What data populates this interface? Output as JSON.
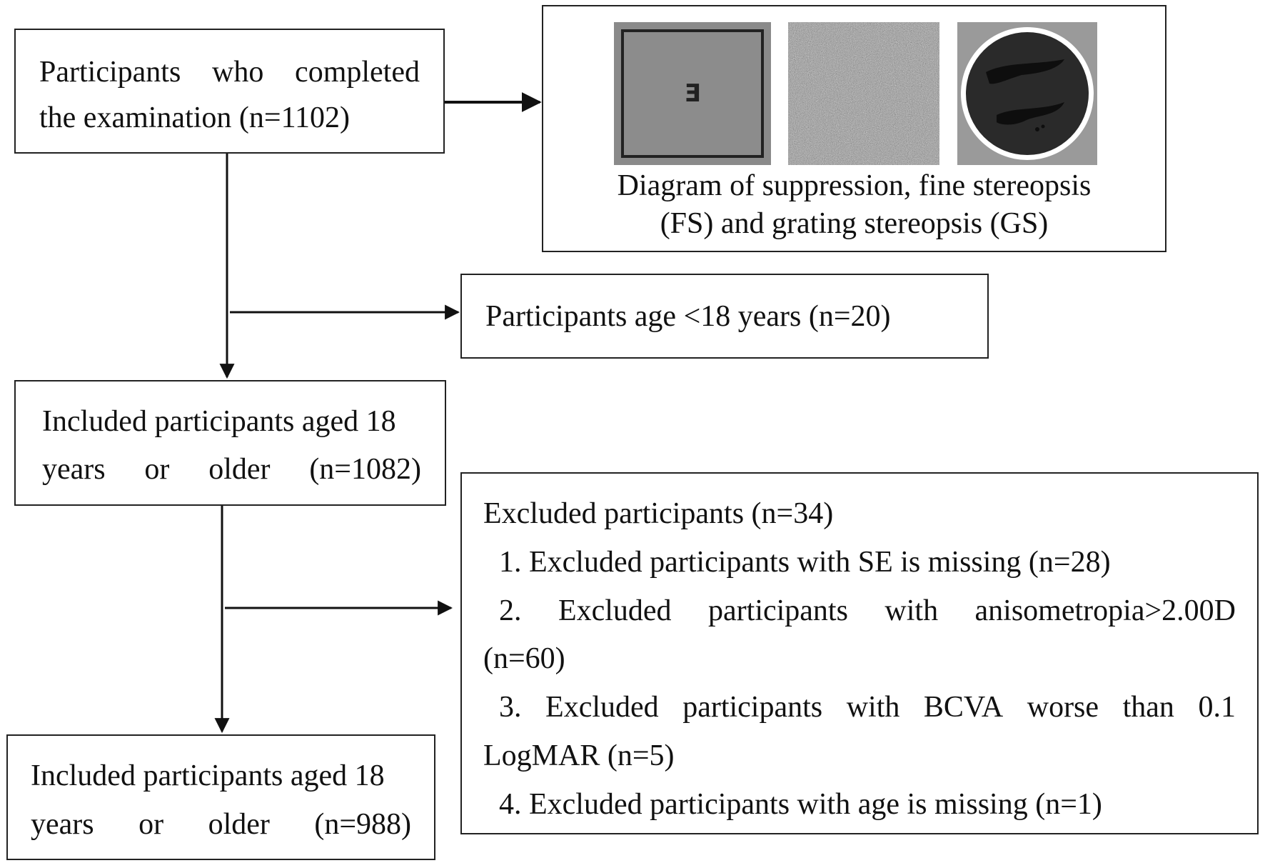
{
  "box_start": {
    "line1": [
      "Participants",
      "who",
      "completed"
    ],
    "line2": "the examination (n=1102)"
  },
  "diagram_box": {
    "caption_line1": "Diagram of suppression, fine stereopsis",
    "caption_line2": "(FS) and grating stereopsis (GS)",
    "suppression_glyph": "Ǝ"
  },
  "box_age_under": {
    "text": "Participants age <18 years (n=20)"
  },
  "box_included_1": {
    "line1": "Included participants aged 18",
    "line2": [
      "years",
      "or",
      "older",
      "(n=1082)"
    ]
  },
  "box_excluded": {
    "heading": "Excluded participants (n=34)",
    "item1": "1. Excluded participants with SE is missing (n=28)",
    "item2_line1": [
      "2.",
      "Excluded",
      "participants",
      "with",
      "anisometropia>2.00D"
    ],
    "item2_line2": "(n=60)",
    "item3_line1": [
      "3.",
      "Excluded",
      "participants",
      "with",
      "BCVA",
      "worse",
      "than",
      "0.1"
    ],
    "item3_line2": "LogMAR (n=5)",
    "item4": "4. Excluded participants with age is missing (n=1)"
  },
  "box_included_2": {
    "line1": "Included participants aged 18",
    "line2": [
      "years",
      "or",
      "older",
      "(n=988)"
    ]
  }
}
